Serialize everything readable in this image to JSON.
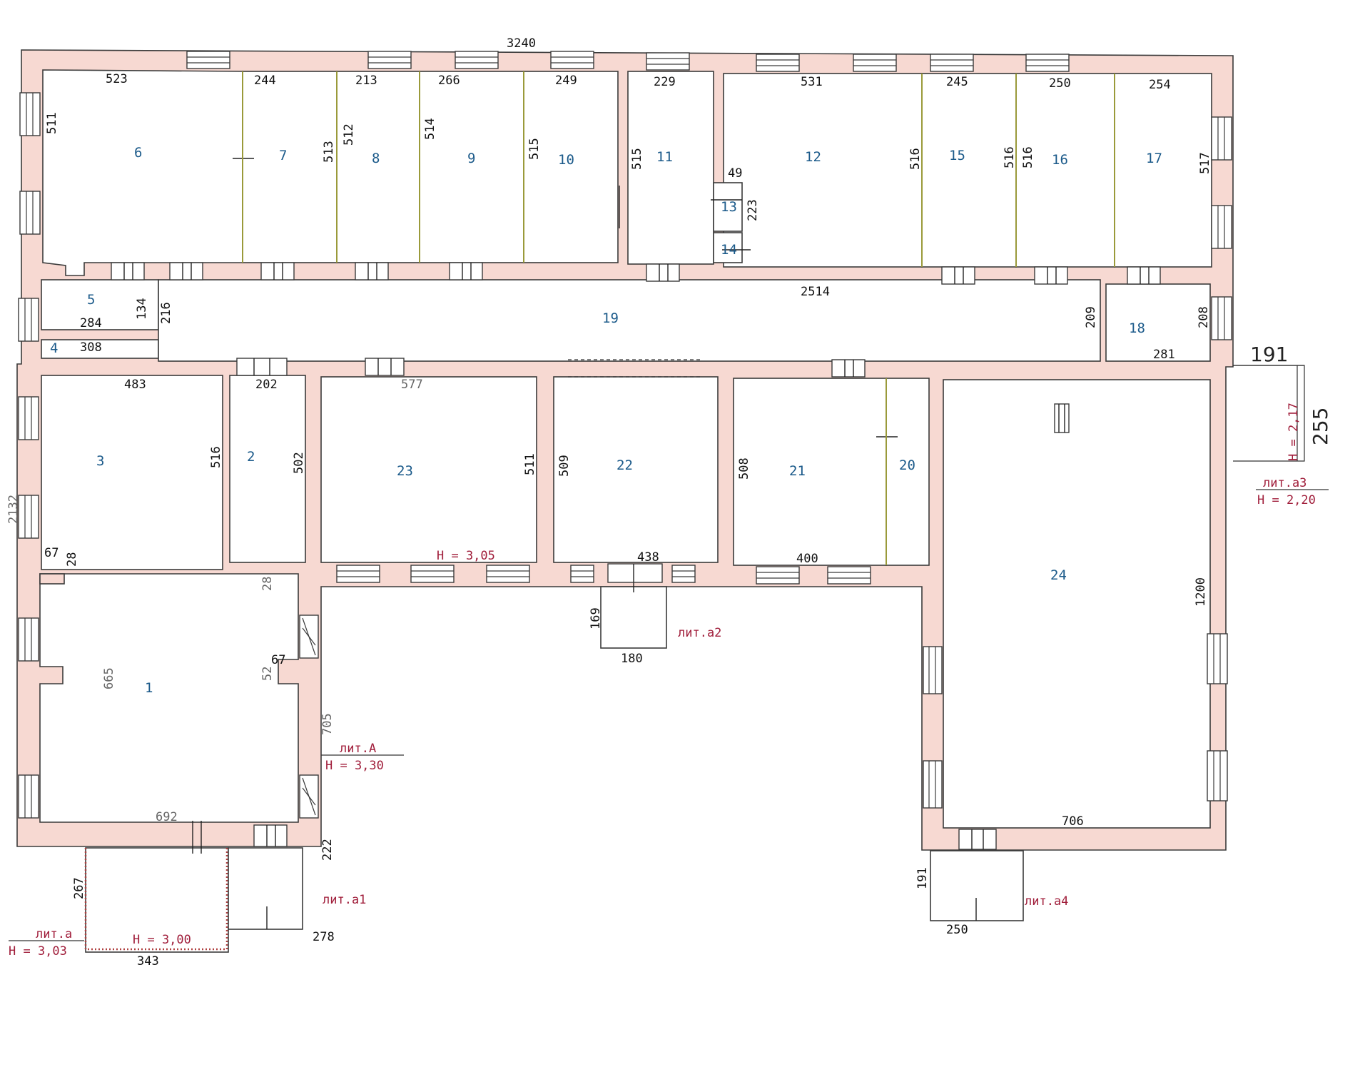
{
  "plan": {
    "overall_width": "3240",
    "overall_depth": "2132",
    "corridor_length": "2514",
    "rooms": [
      {
        "n": "1"
      },
      {
        "n": "2"
      },
      {
        "n": "3"
      },
      {
        "n": "4"
      },
      {
        "n": "5"
      },
      {
        "n": "6"
      },
      {
        "n": "7"
      },
      {
        "n": "8"
      },
      {
        "n": "9"
      },
      {
        "n": "10"
      },
      {
        "n": "11"
      },
      {
        "n": "12"
      },
      {
        "n": "13"
      },
      {
        "n": "14"
      },
      {
        "n": "15"
      },
      {
        "n": "16"
      },
      {
        "n": "17"
      },
      {
        "n": "18"
      },
      {
        "n": "19"
      },
      {
        "n": "20"
      },
      {
        "n": "21"
      },
      {
        "n": "22"
      },
      {
        "n": "23"
      },
      {
        "n": "24"
      }
    ],
    "dims": [
      "523",
      "244",
      "213",
      "266",
      "249",
      "229",
      "531",
      "245",
      "250",
      "254",
      "511",
      "513",
      "512",
      "514",
      "515",
      "515",
      "516",
      "516",
      "516",
      "517",
      "49",
      "223",
      "284",
      "134",
      "216",
      "308",
      "209",
      "208",
      "281",
      "483",
      "202",
      "577",
      "516",
      "502",
      "511",
      "509",
      "508",
      "67",
      "28",
      "28",
      "438",
      "400",
      "169",
      "180",
      "665",
      "52",
      "67",
      "705",
      "692",
      "222",
      "267",
      "343",
      "278",
      "1200",
      "706",
      "191",
      "250"
    ],
    "annotations": {
      "lit_main": "лит.А",
      "h_main": "H = 3,30",
      "h_mid": "H = 3,05",
      "lit_a": "лит.а",
      "h_a_outer": "H = 3,03",
      "h_a_inner": "H = 3,00",
      "lit_a1": "лит.а1",
      "lit_a2": "лит.а2",
      "lit_a3": "лит.а3",
      "h_a3": "H = 2,20",
      "lit_a4": "лит.а4",
      "h_side": "H = 2,17"
    },
    "handwritten": {
      "dim_191": "191",
      "dim_255": "255"
    }
  }
}
